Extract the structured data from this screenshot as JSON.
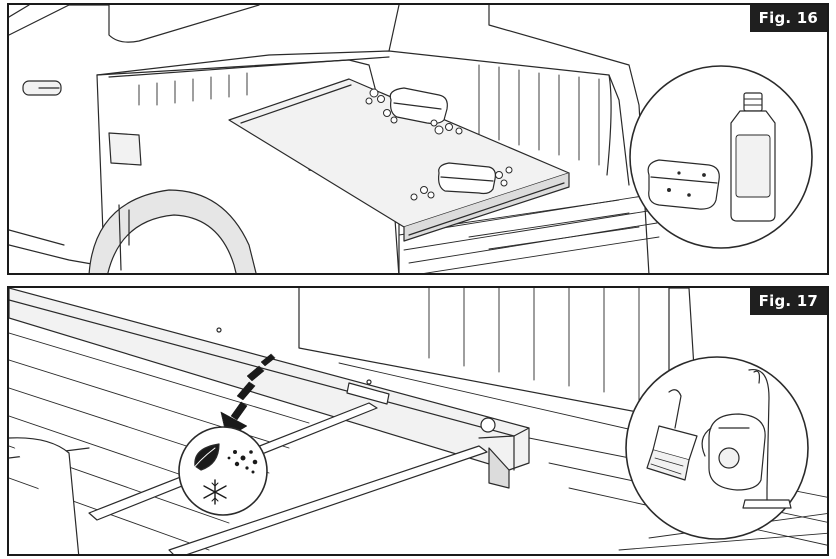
{
  "figures": [
    {
      "label": "Fig. 16",
      "callout_icons": [
        "sponge-icon",
        "cleaner-bottle-icon"
      ],
      "scene_items": [
        "pickup-truck-bed",
        "tonneau-cover",
        "sponge",
        "soap-suds"
      ]
    },
    {
      "label": "Fig. 17",
      "callout_icons": [
        "hand-brush-icon",
        "vacuum-cleaner-icon"
      ],
      "scene_items": [
        "truck-bed-floor",
        "cover-rail",
        "cover-slats",
        "downward-arrow"
      ],
      "debris_badge_icons": [
        "leaf-icon",
        "dirt-particles-icon",
        "snowflake-icon"
      ]
    }
  ],
  "colors": {
    "line": "#2a2a2a",
    "fill_light": "#f2f2f2",
    "shade": "#d6d6d6",
    "label_bg": "#1f1f1f"
  }
}
